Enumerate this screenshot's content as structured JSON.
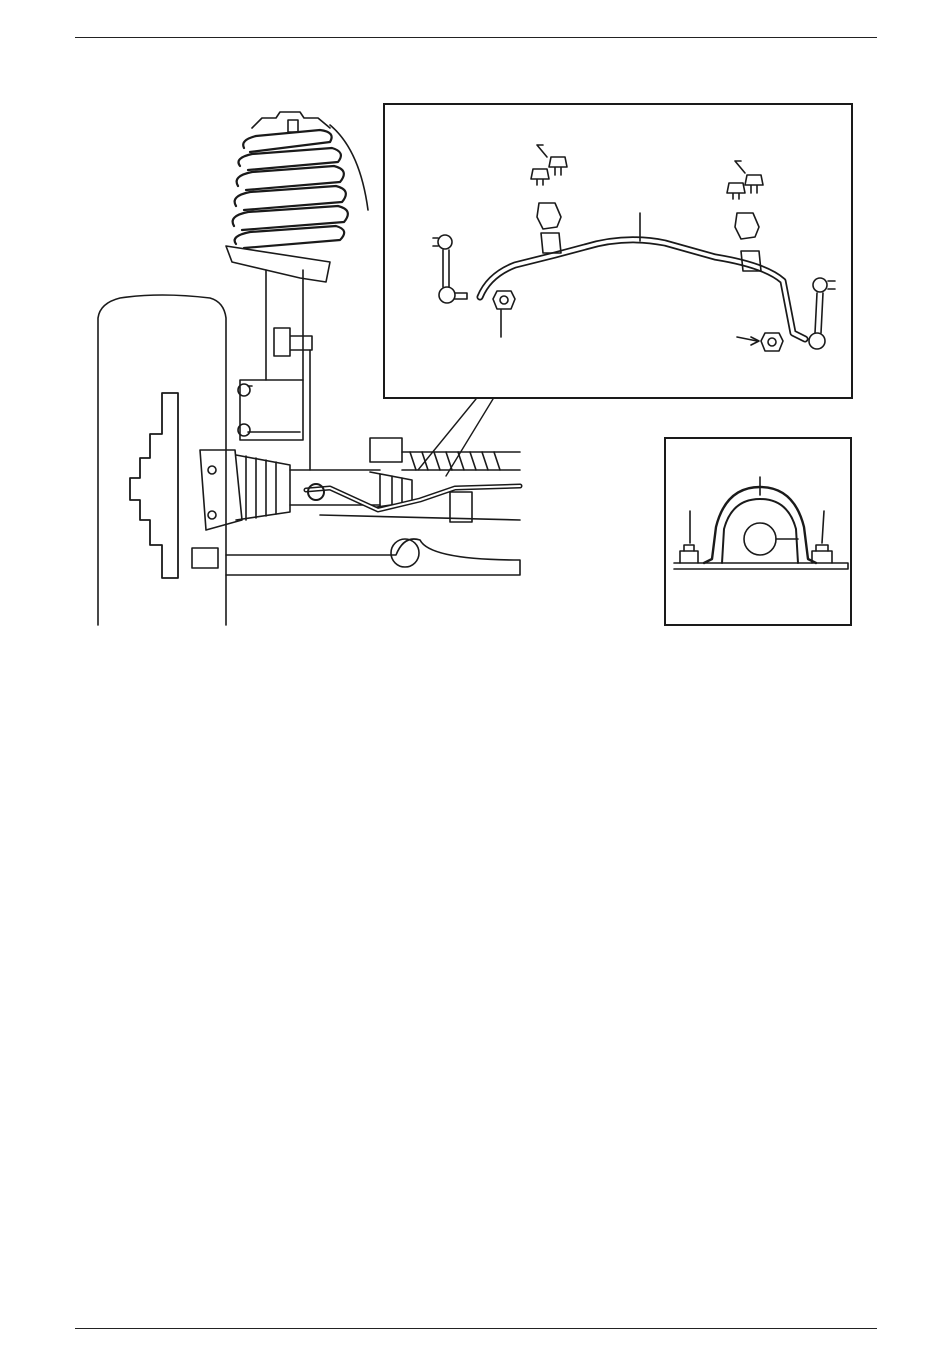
{
  "page": {
    "colors": {
      "ink": "#1a1a1a",
      "paper": "#ffffff"
    }
  },
  "figure": {
    "main_view": {
      "components": [
        "wheel-and-tire",
        "strut-assembly",
        "coil-spring",
        "drive-shaft",
        "stabilizer-bar",
        "lower-arm",
        "steering-rack"
      ]
    },
    "inset_view": {
      "components": [
        "stabilizer-bar",
        "stabilizer-bushing",
        "bushing-bracket",
        "bracket-bolt",
        "stabilizer-link",
        "link-nut"
      ]
    },
    "detail_view": {
      "components": [
        "bracket",
        "bushing",
        "bolt"
      ]
    }
  }
}
